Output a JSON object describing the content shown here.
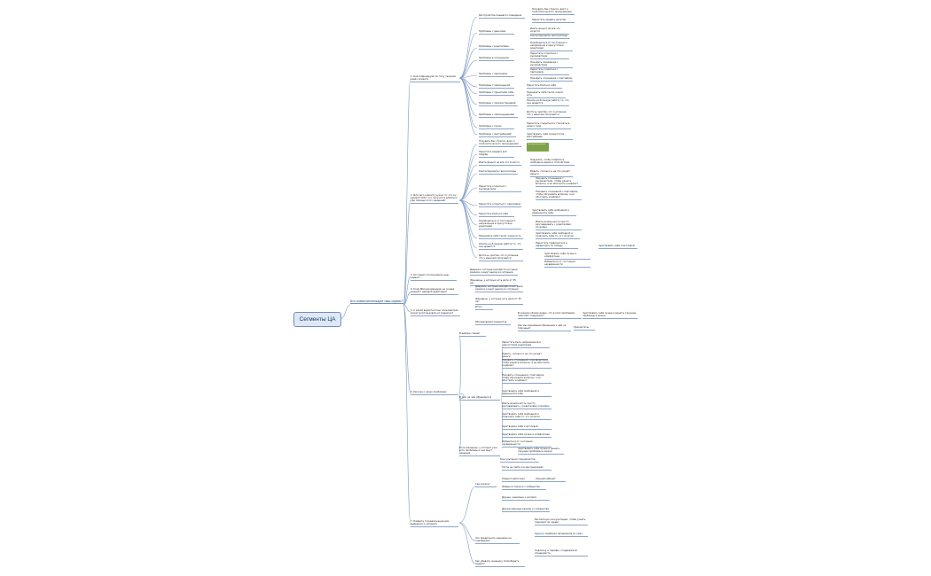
{
  "root": "Сегменты ЦА",
  "level1": "Кто платит/использует наш сервис?",
  "note": "Экспертное мнение",
  "nodes": [
    {
      "t": "Расстройства пищевого поведения"
    },
    {
      "t": "Похудеть без стресса, диет и психологического принуждения"
    },
    {
      "t": "Перестать заедать негатив"
    },
    {
      "t": "1. Классифицируем по типу текущих задач клиента"
    },
    {
      "t": "Проблемы с деньгами"
    },
    {
      "t": "Иметь деньги на всё что хочется"
    },
    {
      "t": "Контролировать свои расходы"
    },
    {
      "t": "Проблемы с родителями"
    },
    {
      "t": "Освободиться от постоянного напряжения в присутствии родителей"
    },
    {
      "t": "Проблемы в отношениях"
    },
    {
      "t": "Перестать ссориться с руководством"
    },
    {
      "t": "Находить понимание с руководством"
    },
    {
      "t": "Проблемы с партнёром"
    },
    {
      "t": "Перестать ссориться с партнёром"
    },
    {
      "t": "Находить отношения с партнёром"
    },
    {
      "t": "Проблемы с самооценкой"
    },
    {
      "t": "Перестать бояться себя"
    },
    {
      "t": "Проблемы с принятием себя"
    },
    {
      "t": "Принимать себя такой, какой есть"
    },
    {
      "t": "Проблемы с прокрастинацией"
    },
    {
      "t": "Начать на большую работу то, что она нравится"
    },
    {
      "t": "Проблемы с самоощущением"
    },
    {
      "t": "Достичь чувства, что я успешна, что у меня всё получается"
    },
    {
      "t": "Проблемы с телом"
    },
    {
      "t": "Перестать стыдиться и стесняться своего тела"
    },
    {
      "t": "Проблемы с мастурбацией"
    },
    {
      "t": "Чувствовать себя лучше после мастурбации"
    },
    {
      "t": "Похудеть без стресса, диет и психологического принуждения"
    },
    {
      "t": "Перестать заедать всё подряд"
    },
    {
      "t": "Иметь деньги на всё что хочется"
    },
    {
      "t": "Подумать, чтобы появилось свободное время и спокойствие"
    },
    {
      "t": "Контролировать свои расходы"
    },
    {
      "t": "Видеть, сколько и на что уходят деньги"
    },
    {
      "t": "2. Для чего клиенту нужно то, что он решает? Или: что получится добиться при помощи этого решения?"
    },
    {
      "t": "Перестать ссориться с руководством"
    },
    {
      "t": "Находить отношения с руководством, чтобы решать вопросы, а не обострять конфликт"
    },
    {
      "t": "Перестать ссориться с партнёром"
    },
    {
      "t": "Находить отношения с партнёром, чтобы обсуждать вопросы, а не обострять конфликт"
    },
    {
      "t": "Перестать бояться себя"
    },
    {
      "t": "Чувствовать себя свободной и уверенной в себе"
    },
    {
      "t": "Освободиться от постоянного напряжения в присутствии родителей"
    },
    {
      "t": "Иметь возможность просто разговаривать с родителями спокойно"
    },
    {
      "t": "Принимать себя такой, какая есть"
    },
    {
      "t": "Чувствовать себя свободной и позволять себе то, что хочется"
    },
    {
      "t": "Начать на большую работу то, что она нравится"
    },
    {
      "t": "Перестать тревожиться и нервничать по поводу"
    },
    {
      "t": "Чувствовать себя счастливой"
    },
    {
      "t": "Достичь чувства, что я успешна, что у меня всё получается"
    },
    {
      "t": "Чувствовать себя лучше и комфортнее"
    },
    {
      "t": "Избавиться от состояния неуверенности"
    },
    {
      "t": "3. Кто будет использовать наш сервис?"
    },
    {
      "t": "Девушки, которые находятся на грани кризиса и ищут выход из ситуации"
    },
    {
      "t": "Женщины, у которых есть дети от 35 лет"
    },
    {
      "t": "4. Кому МЫ рекомендуем на основе знаний о целевой аудитории?"
    },
    {
      "t": "Девушки, которые находятся на грани кризиса и ищут выход из ситуации"
    },
    {
      "t": "Женщины, у которых есть дети от 35 лет"
    },
    {
      "t": "Итого"
    },
    {
      "t": "5. С какой вероятностью пользователь может воспользоваться сервисом?"
    },
    {
      "t": "Обследование пациентов"
    },
    {
      "t": "В каждом обзоре видно, что в этих проблемах помогает специалист"
    },
    {
      "t": "Чувствовать себя лучше и решить текущие проблемы в жизни"
    },
    {
      "t": "Как мы оцениваем обращения к нам за помощью?"
    },
    {
      "t": "Приоритеты"
    },
    {
      "t": "6. Рассказ о своих проблемах"
    },
    {
      "t": "В выборе спешат"
    },
    {
      "t": "В том, за чем обращаются"
    },
    {
      "t": "Перестать быть напряжённой в присутствии родителей"
    },
    {
      "t": "Видеть, сколько и на что уходят деньги"
    },
    {
      "t": "Находить отношения с руководством, чтобы решать вопросы, а не обострять конфликт"
    },
    {
      "t": "Находить отношения с партнёром, чтобы обсуждать вопросы, а не обострять конфликт"
    },
    {
      "t": "Чувствовать себя свободной и уверенной в себе"
    },
    {
      "t": "Иметь возможность просто разговаривать с родителями спокойно"
    },
    {
      "t": "Чувствовать себя свободной и позволять себе то, что хочется"
    },
    {
      "t": "Чувствовать себя счастливой"
    },
    {
      "t": "Чувствовать себя лучше и комфортнее"
    },
    {
      "t": "Избавиться от состояния неуверенности"
    },
    {
      "t": "Если женщины, у которых уже есть проблемы и они ищут решение"
    },
    {
      "t": "Чувствовать себя лучше и решать текущие проблемы в жизни"
    },
    {
      "t": "Консультации специалистов"
    },
    {
      "t": "7. Найдите 3 предложения для выбранного сегмента"
    },
    {
      "t": "Где искать?"
    },
    {
      "t": "Тесты на сайте и в мессенджерах"
    },
    {
      "t": "Новые подписчики"
    },
    {
      "t": "Личный кабинет"
    },
    {
      "t": "Живые истории из сообщества"
    },
    {
      "t": "Друзья, знакомые и коллеги"
    },
    {
      "t": "Дружественные каналы и сообщества"
    },
    {
      "t": "Что предложить женщине на платформе?"
    },
    {
      "t": "Бесплатную консультацию, чтобы узнать, подходит ли сервис"
    },
    {
      "t": "Курсы и подборки материалов по теме"
    },
    {
      "t": "Подписку и тарифы с поддержкой специалиста"
    },
    {
      "t": "Как убедить женщину попробовать сервис?"
    }
  ]
}
